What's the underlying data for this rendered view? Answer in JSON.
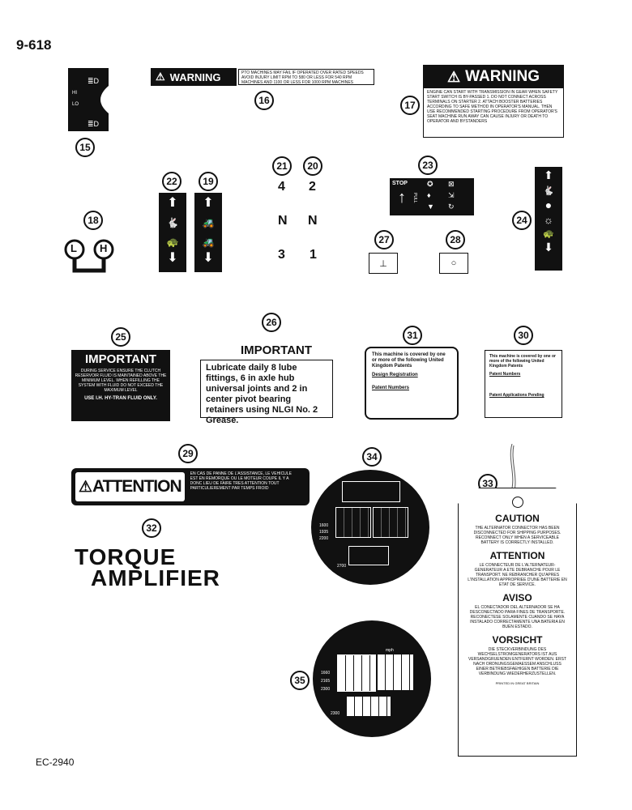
{
  "page_number": "9-618",
  "footer_code": "EC-2940",
  "callouts": {
    "c15": "15",
    "c16": "16",
    "c17": "17",
    "c18": "18",
    "c19": "19",
    "c20": "20",
    "c21": "21",
    "c22": "22",
    "c23": "23",
    "c24": "24",
    "c25": "25",
    "c26": "26",
    "c27": "27",
    "c28": "28",
    "c29": "29",
    "c30": "30",
    "c31": "31",
    "c32": "32",
    "c33": "33",
    "c34": "34",
    "c35": "35"
  },
  "decal15": {
    "hi": "HI",
    "lo": "LO"
  },
  "decal16": {
    "title": "WARNING",
    "text": "PTO MACHINES MAY FAIL IF OPERATED OVER RATED SPEEDS AVOID INJURY LIMIT RPM TO 580 OR LESS FOR 540 RPM MACHINES AND 1100 OR LESS FOR 1000 RPM MACHINES"
  },
  "decal17": {
    "title": "WARNING",
    "text": "ENGINE CAN START WITH TRANSMISSION IN GEAR WHEN SAFETY START SWITCH IS BY-PASSED 1. DO NOT CONNECT ACROSS TERMINALS ON STARTER 2. ATTACH BOOSTER BATTERIES ACCORDING TO SAFE METHOD IN OPERATOR'S MANUAL. THEN USE RECOMMENDED STARTING PROCEDURE FROM OPERATOR'S SEAT MACHINE RUN AWAY CAN CAUSE INJURY OR DEATH TO OPERATOR AND BYSTANDERS"
  },
  "decal18": {
    "l": "L",
    "h": "H"
  },
  "gears": {
    "g4": "4",
    "g2": "2",
    "n1": "N",
    "n2": "N",
    "g3": "3",
    "g1": "1"
  },
  "decal23": {
    "stop": "STOP",
    "pull": "PULL"
  },
  "decal25": {
    "title": "IMPORTANT",
    "text": "DURING SERVICE ENSURE THE CLUTCH RESERVOIR FLUID IS MAINTAINED ABOVE THE MINIMUM LEVEL. WHEN REFILLING THE SYSTEM WITH FLUID DO NOT EXCEED THE MAXIMUM LEVEL",
    "footer": "USE I.H. HY-TRAN FLUID ONLY."
  },
  "decal26": {
    "title": "IMPORTANT",
    "text": "Lubricate daily 8 lube fittings, 6 in axle hub universal joints and 2 in center pivot bearing retainers using NLGI No. 2 Grease."
  },
  "decal31": {
    "intro": "This machine is covered by one or more of the following United Kingdom Patents",
    "design": "Design Registration",
    "patents": "Patent Numbers"
  },
  "decal30": {
    "intro": "This machine is covered by one or more of the following United Kingdom Patents",
    "patents": "Patent Numbers",
    "pending": "Patent Applications Pending"
  },
  "decal29": {
    "title": "ATTENTION",
    "text": "EN CAS DE PANNE DE L'ASSISTANCE, LE VEHICULE EST EN REMORQUE OU LE MOTEUR COUPE IL Y A DONC LIEU DE FAIRE TRES ATTENTION TOUT PARTICULIEREMENT PAR TEMPS FROID"
  },
  "decal32": {
    "line1": "TORQUE",
    "line2": "AMPLIFIER"
  },
  "decal34": {
    "r1": "1600",
    "r2": "1935",
    "r3": "2200",
    "r4": "2700"
  },
  "decal35": {
    "r1": "1660",
    "r2": "2165",
    "r3": "2300",
    "r4": "2300",
    "unit": "mph"
  },
  "tag33": {
    "h1": "CAUTION",
    "t1": "THE ALTERNATOR CONNECTOR HAS BEEN DISCONNECTED FOR SHIPPING PURPOSES. RECONNECT ONLY WHEN A SERVICEABLE BATTERY IS CORRECTLY INSTALLED.",
    "h2": "ATTENTION",
    "t2": "LE CONNECTEUR DE L'ALTERNATEUR-GENERATEUR A ETE DEBRANCHE POUR LE TRANSPORT. NE REBRANCHER QU'APRES L'INSTALLATION APPROPRIEE D'UNE BATTERIE EN ETAT DE SERVICE.",
    "h3": "AVISO",
    "t3": "EL CONECTADOR DEL ALTERNADOR SE HA DESCONECTADO PARA FINES DE TRANSPORTE. RECONECTESE SOLAMENTE CUANDO SE HAYA INSTALADO CORRECTAMENTE UNA BATERIA EN BUEN ESTADO.",
    "h4": "VORSICHT",
    "t4": "DIE STECKVERBINDUNG DES WECHSELSTROMGENERATORS IST AUS VERSANDGRUENDEN ENTFERNT WORDEN. ERST NACH ORDNUNGSGEMAESSEM ANSCHLUSS EINER BETRIEBSFAEHIGEN BATTERIE DIE VERBINDUNG WIEDERHERZUSTELLEN.",
    "footer": "PRINTED IN GREAT BRITAIN"
  }
}
